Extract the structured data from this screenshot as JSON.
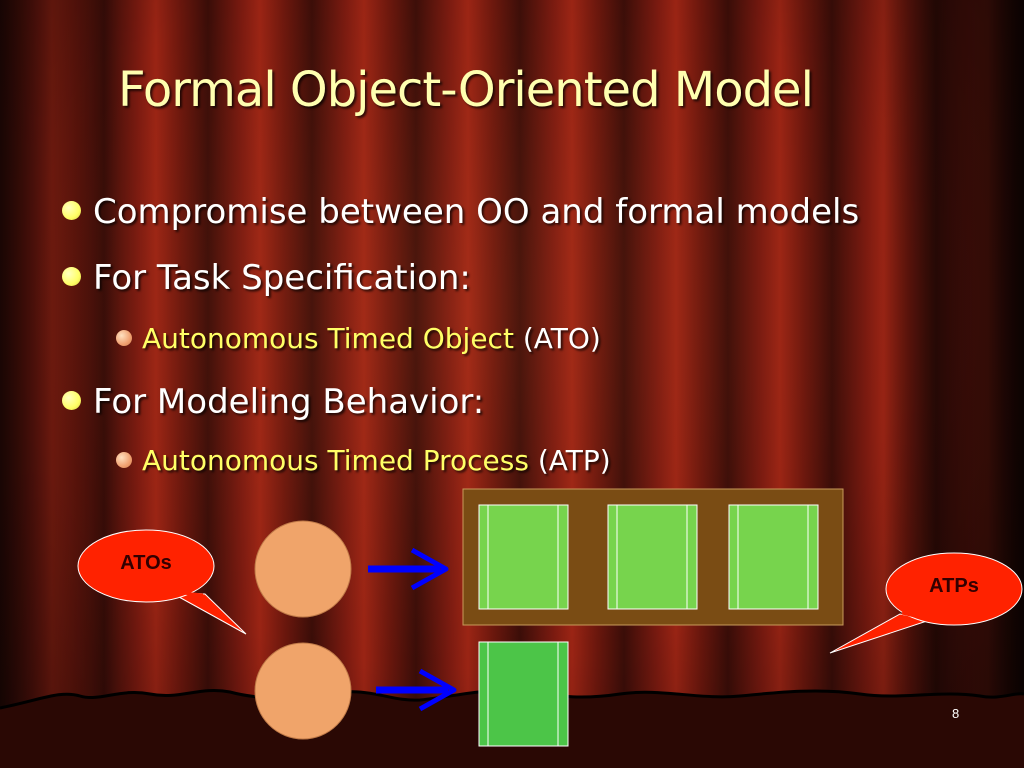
{
  "slide": {
    "title": "Formal Object-Oriented Model",
    "bullets": [
      {
        "text": "Compromise between OO and formal models"
      },
      {
        "text": "For Task Specification:"
      },
      {
        "text": "For Modeling Behavior:"
      }
    ],
    "sub_bullets": [
      {
        "highlight": "Autonomous Timed Object",
        "rest": " (ATO)"
      },
      {
        "highlight": "Autonomous Timed Process",
        "rest": " (ATP)"
      }
    ],
    "callouts": {
      "atos": "ATOs",
      "atps": "ATPs"
    },
    "page_number": "8"
  },
  "colors": {
    "title": "#ffffb0",
    "highlight": "#ffff66",
    "callout_fill": "#ff2200",
    "callout_text": "#330000",
    "circle_fill": "#f0a46a",
    "block_fill": "#77d44d",
    "arrow": "#0000ff",
    "container_fill": "#7a4c14"
  },
  "icons": [
    "bullet-dot-icon",
    "arrow-right-icon"
  ]
}
